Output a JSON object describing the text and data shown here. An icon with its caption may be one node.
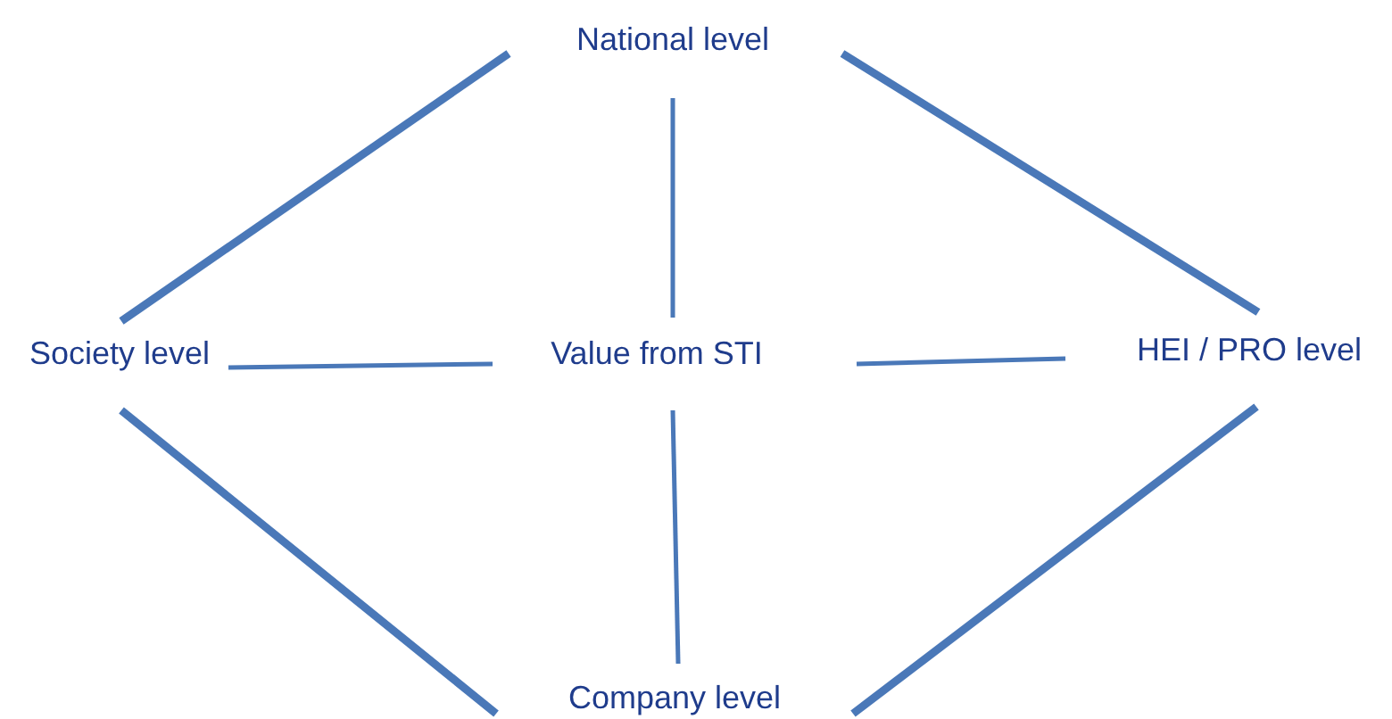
{
  "diagram": {
    "nodes": [
      {
        "text": [
          "National level"
        ]
      },
      {
        "text": [
          "Society level"
        ]
      },
      {
        "text": [
          "Value from STI"
        ]
      },
      {
        "text": [
          "HEI / PRO level"
        ]
      },
      {
        "text": [
          "Company level"
        ]
      }
    ],
    "edges": [
      {
        "from": 0,
        "to": 1,
        "arrow": "none",
        "style": "thick"
      },
      {
        "from": 0,
        "to": 3,
        "arrow": "none",
        "style": "thick"
      },
      {
        "from": 0,
        "to": 2,
        "arrow": "none"
      },
      {
        "from": 1,
        "to": 2,
        "arrow": "none"
      },
      {
        "from": 2,
        "to": 3,
        "arrow": "none"
      },
      {
        "from": 2,
        "to": 4,
        "arrow": "none"
      },
      {
        "from": 1,
        "to": 4,
        "arrow": "none",
        "style": "thick"
      },
      {
        "from": 3,
        "to": 4,
        "arrow": "none",
        "style": "thick"
      }
    ]
  }
}
